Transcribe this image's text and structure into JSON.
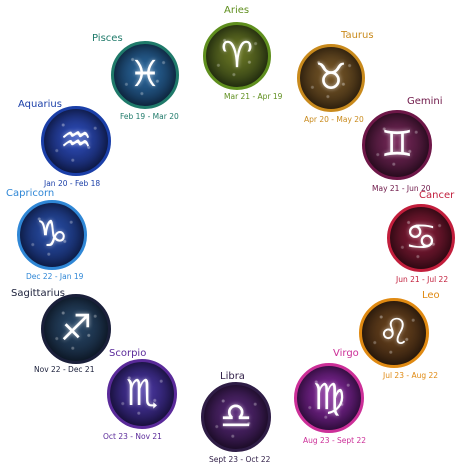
{
  "signs": [
    {
      "id": "aries",
      "name": "Aries",
      "dates": "Mar 21 - Apr 19",
      "glyph": "♈",
      "color": "#5f8f1e",
      "glyph_name": "aries-glyph-icon",
      "bg_inner": "#6e7a25",
      "bg_outer": "#1c2b10"
    },
    {
      "id": "taurus",
      "name": "Taurus",
      "dates": "Apr 20 - May 20",
      "glyph": "♉",
      "color": "#c98a1c",
      "glyph_name": "taurus-glyph-icon",
      "bg_inner": "#7a5a2a",
      "bg_outer": "#2e1e0c"
    },
    {
      "id": "gemini",
      "name": "Gemini",
      "dates": "May 21 - Jun 20",
      "glyph": "♊",
      "color": "#6e1748",
      "glyph_name": "gemini-glyph-icon",
      "bg_inner": "#7a2a5c",
      "bg_outer": "#22081a"
    },
    {
      "id": "cancer",
      "name": "Cancer",
      "dates": "Jun 21 - Jul 22",
      "glyph": "♋",
      "color": "#c21e3c",
      "glyph_name": "cancer-glyph-icon",
      "bg_inner": "#8a1d3a",
      "bg_outer": "#2a0710"
    },
    {
      "id": "leo",
      "name": "Leo",
      "dates": "Jul 23 - Aug 22",
      "glyph": "♌",
      "color": "#e08a12",
      "glyph_name": "leo-glyph-icon",
      "bg_inner": "#6f4820",
      "bg_outer": "#24140a"
    },
    {
      "id": "virgo",
      "name": "Virgo",
      "dates": "Aug 23 - Sept 22",
      "glyph": "♍",
      "color": "#cc2f98",
      "glyph_name": "virgo-glyph-icon",
      "bg_inner": "#8a2aa0",
      "bg_outer": "#2a0a3a"
    },
    {
      "id": "libra",
      "name": "Libra",
      "dates": "Sept 23 - Oct 22",
      "glyph": "♎",
      "color": "#2f1d46",
      "glyph_name": "libra-glyph-icon",
      "bg_inner": "#5a2a7a",
      "bg_outer": "#180a24"
    },
    {
      "id": "scorpio",
      "name": "Scorpio",
      "dates": "Oct 23 - Nov 21",
      "glyph": "♏",
      "color": "#5a2a9a",
      "glyph_name": "scorpio-glyph-icon",
      "bg_inner": "#4e3aa8",
      "bg_outer": "#140c3a"
    },
    {
      "id": "sagittarius",
      "name": "Sagittarius",
      "dates": "Nov 22 - Dec 21",
      "glyph": "♐",
      "color": "#1a1f3a",
      "glyph_name": "sagittarius-glyph-icon",
      "bg_inner": "#2a4a6a",
      "bg_outer": "#0c1626"
    },
    {
      "id": "capricorn",
      "name": "Capricorn",
      "dates": "Dec 22 - Jan 19",
      "glyph": "♑",
      "color": "#2f87d6",
      "glyph_name": "capricorn-glyph-icon",
      "bg_inner": "#2a50a8",
      "bg_outer": "#0c1a4a"
    },
    {
      "id": "aquarius",
      "name": "Aquarius",
      "dates": "Jan 20 - Feb 18",
      "glyph": "♒",
      "color": "#1b3fa8",
      "glyph_name": "aquarius-glyph-icon",
      "bg_inner": "#3050c0",
      "bg_outer": "#0a1440"
    },
    {
      "id": "pisces",
      "name": "Pisces",
      "dates": "Feb 19 - Mar 20",
      "glyph": "♓",
      "color": "#1f7a6a",
      "glyph_name": "pisces-glyph-icon",
      "bg_inner": "#2c6aa0",
      "bg_outer": "#0c2440"
    }
  ]
}
